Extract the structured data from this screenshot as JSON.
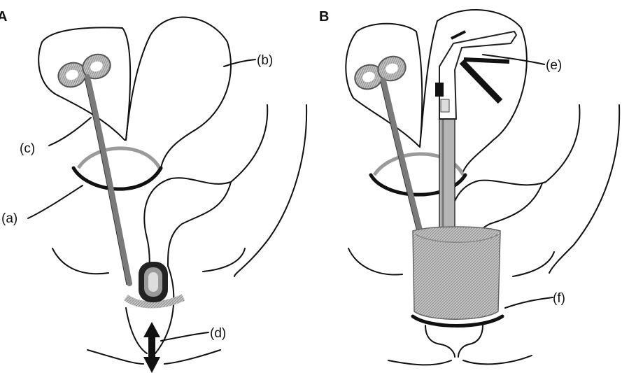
{
  "panels": [
    {
      "letter": "A",
      "labels": {
        "a": "(a)",
        "b": "(b)",
        "c": "(c)",
        "d": "(d)"
      }
    },
    {
      "letter": "B",
      "labels": {
        "e": "(e)",
        "f": "(f)"
      }
    }
  ],
  "colors": {
    "outline": "#111111",
    "instrument": "#7a7a7a",
    "sleeve": "#b5b5b5",
    "background": "#ffffff"
  }
}
